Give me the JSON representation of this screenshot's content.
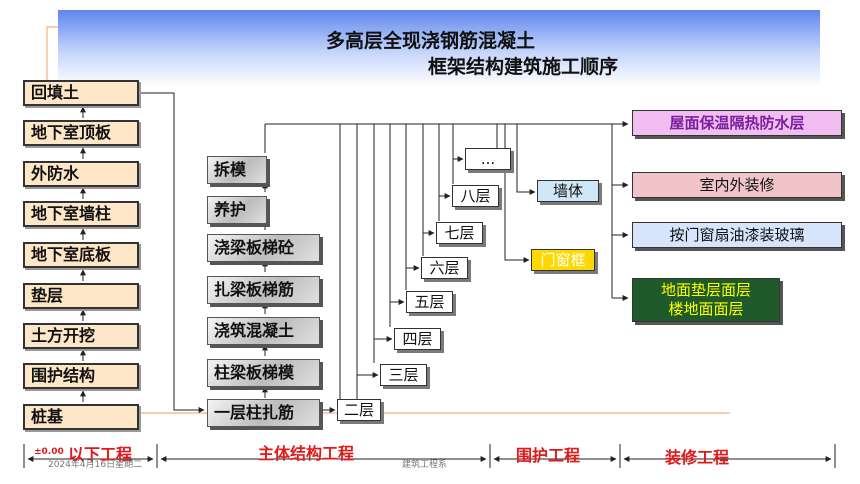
{
  "title": {
    "line1": "多高层全现浇钢筋混凝土",
    "line2": "框架结构建筑施工顺序"
  },
  "stages": [
    "回填土",
    "地下室顶板",
    "外防水",
    "地下室墙柱",
    "地下室底板",
    "垫层",
    "土方开挖",
    "围护结构",
    "桩基"
  ],
  "structure_steps": [
    "拆模",
    "养护",
    "浇梁板梯砼",
    "扎梁板梯筋",
    "浇筑混凝土",
    "柱梁板梯模",
    "一层柱扎筋"
  ],
  "floors": [
    "二层",
    "三层",
    "四层",
    "五层",
    "六层",
    "七层",
    "八层",
    "..."
  ],
  "wall": "墙体",
  "door_frame": "门窗框",
  "finishes": [
    "屋面保温隔热防水层",
    "室内外装修",
    "按门窗扇油漆装玻璃",
    "地面垫层面层",
    "楼地面面层"
  ],
  "phases": [
    "以下工程",
    "主体结构工程",
    "围护工程",
    "装修工程"
  ],
  "elevation": "±0.00",
  "footer_date": "2024年4月16日星期二",
  "footer_center": "建筑工程系",
  "colors": {
    "banner": "#5f86ee",
    "stage_fill": "#fee6c8",
    "roof_fill": "#f2bdf0",
    "decor_fill": "#f0c4c8",
    "window_fill": "#d6e4fc",
    "floor_fill": "#1f5a2a",
    "door_fill": "#ffd800",
    "wall_fill": "#cfe6f6",
    "phase_text": "#e01a1a",
    "guide_line": "#f4b080"
  }
}
